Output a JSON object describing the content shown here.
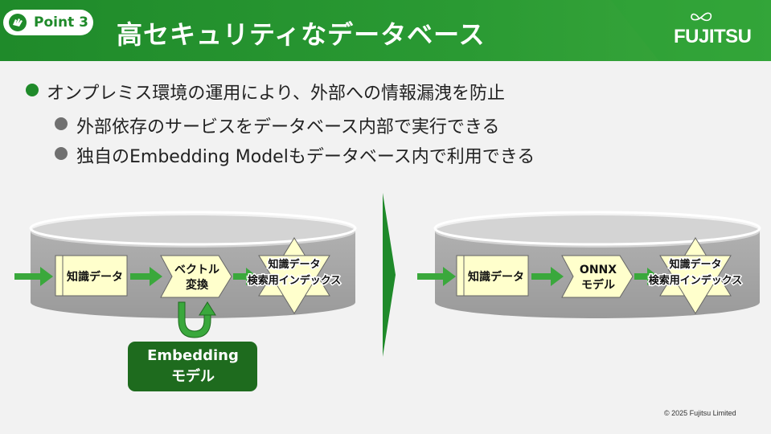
{
  "header": {
    "badge_label": "Point 3",
    "title": "高セキュリティなデータベース",
    "logo_text": "FUJITSU"
  },
  "bullets": {
    "main": "オンプレミス環境の運用により、外部への情報漏洩を防止",
    "sub1": "外部依存のサービスをデータベース内部で実行できる",
    "sub2": "独自のEmbedding Modelもデータベース内で利用できる"
  },
  "left_diagram": {
    "knowledge_data": "知識データ",
    "vector_line1": "ベクトル",
    "vector_line2": "変換",
    "index_line1": "知識データ",
    "index_line2": "検索用インデックス",
    "embedding_line1": "Embedding",
    "embedding_line2": "モデル"
  },
  "right_diagram": {
    "knowledge_data": "知識データ",
    "onnx_line1": "ONNX",
    "onnx_line2": "モデル",
    "index_line1": "知識データ",
    "index_line2": "検索用インデックス"
  },
  "footer": {
    "copyright": "© 2025 Fujitsu Limited"
  },
  "colors": {
    "header_green": "#1f8a2a",
    "arrow_green": "#3aa83c",
    "box_yellow": "#ffffcc",
    "cylinder_gray": "#a6a6a6",
    "embedding_green": "#1e6b1e"
  }
}
